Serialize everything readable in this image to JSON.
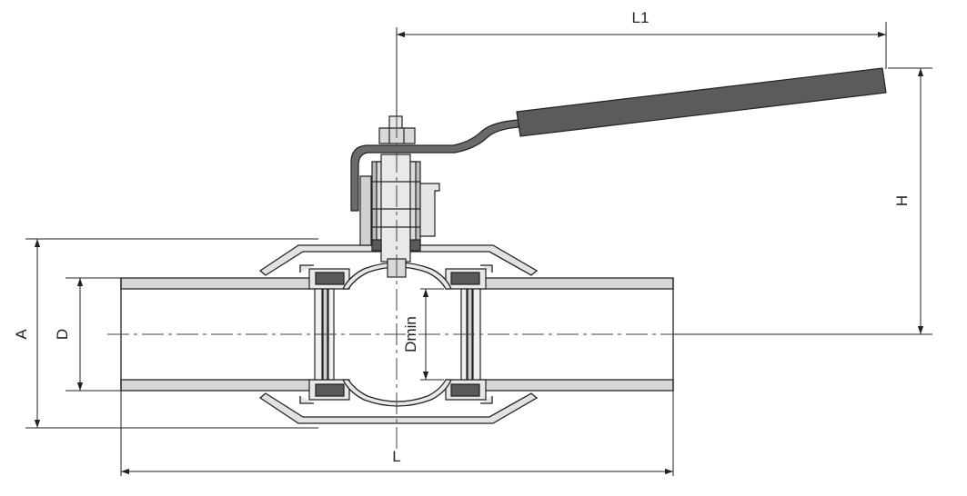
{
  "diagram": {
    "dimensions": {
      "L1": "L1",
      "H": "H",
      "A": "A",
      "D": "D",
      "Dmin": "Dmin",
      "L": "L"
    },
    "colors": {
      "line": "#222222",
      "pipe_fill": "#d6d6d6",
      "body_fill": "#e2e2e2",
      "seat_fill": "#5a5a5a",
      "handle_fill": "#5b5b5b",
      "background": "#ffffff"
    }
  }
}
